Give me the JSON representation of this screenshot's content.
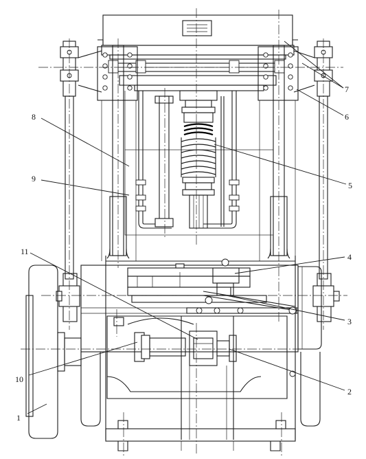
{
  "diagram": {
    "type": "mechanical-assembly-drawing",
    "view": "front-elevation",
    "callouts": [
      {
        "id": "1",
        "label": "1"
      },
      {
        "id": "2",
        "label": "2"
      },
      {
        "id": "3",
        "label": "3"
      },
      {
        "id": "4",
        "label": "4"
      },
      {
        "id": "5",
        "label": "5"
      },
      {
        "id": "6",
        "label": "6"
      },
      {
        "id": "7",
        "label": "7"
      },
      {
        "id": "8",
        "label": "8"
      },
      {
        "id": "9",
        "label": "9"
      },
      {
        "id": "10",
        "label": "10"
      },
      {
        "id": "11",
        "label": "11"
      }
    ]
  }
}
